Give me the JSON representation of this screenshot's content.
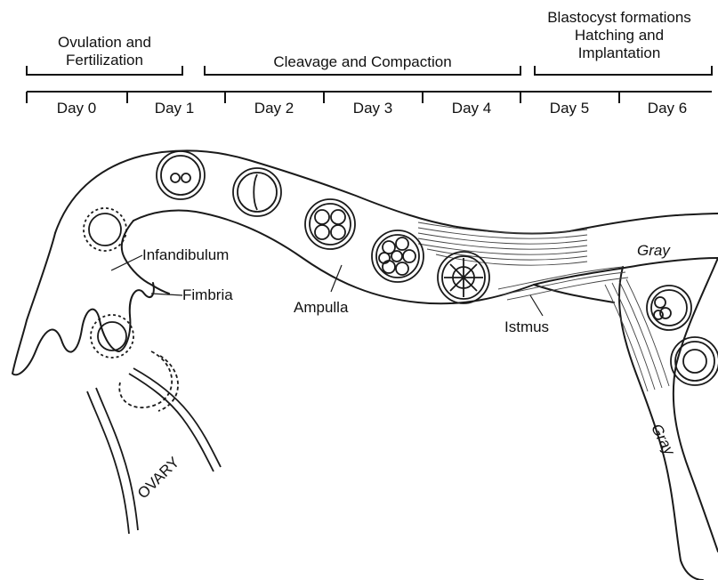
{
  "stages": [
    {
      "lines": [
        "Ovulation and",
        "Fertilization"
      ]
    },
    {
      "lines": [
        "Cleavage and Compaction"
      ]
    },
    {
      "lines": [
        "Blastocyst formations",
        "Hatching and",
        "Implantation"
      ]
    }
  ],
  "days": [
    "Day 0",
    "Day 1",
    "Day 2",
    "Day 3",
    "Day 4",
    "Day 5",
    "Day 6"
  ],
  "labels": {
    "infandibulum": "Infandibulum",
    "fimbria": "Fimbria",
    "ampulla": "Ampulla",
    "istmus": "Istmus",
    "ovary": "OVARY",
    "gray_top": "Gray",
    "gray_bottom": "Gray"
  },
  "colors": {
    "ink": "#111111",
    "shading": "#444444"
  }
}
